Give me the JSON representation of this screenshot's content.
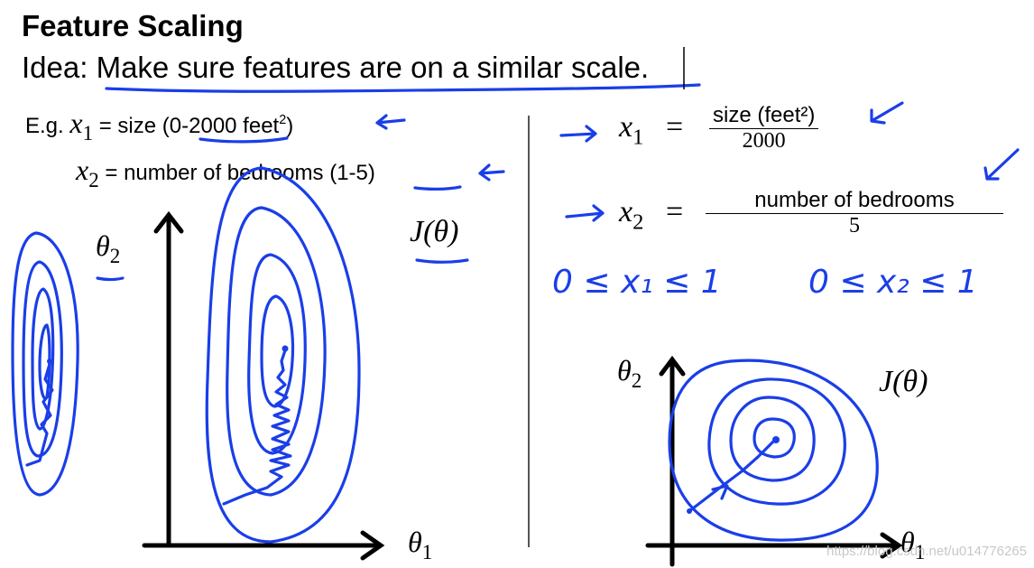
{
  "title": "Feature Scaling",
  "idea": {
    "prefix": "Idea: ",
    "text": "Make sure features are on a similar scale",
    "suffix": "."
  },
  "example": {
    "eg": "E.g. ",
    "x1_symbol": "x",
    "x1_sub": "1",
    "x1_text_before": " = size (",
    "x1_range": "0-2000",
    "x1_text_after": " feet",
    "x1_sup": "2",
    "x1_close": ")",
    "x2_symbol": "x",
    "x2_sub": "2",
    "x2_text_before": " = number of bedrooms (",
    "x2_range": "1-5",
    "x2_close": ")"
  },
  "scaled": {
    "x1_symbol": "x",
    "x1_sub": "1",
    "equals": "=",
    "x1_numerator": "size (feet²)",
    "x1_denominator": "2000",
    "x2_symbol": "x",
    "x2_sub": "2",
    "x2_numerator": "number of bedrooms",
    "x2_denominator": "5",
    "range_x1": "0 ≤ x₁ ≤ 1",
    "range_x2": "0 ≤ x₂ ≤ 1"
  },
  "plots": {
    "left": {
      "y_label": "θ",
      "y_sub": "2",
      "x_label": "θ",
      "x_sub": "1",
      "cost_label": "J(θ)"
    },
    "right": {
      "y_label": "θ",
      "y_sub": "2",
      "x_label": "θ",
      "x_sub": "1",
      "cost_label": "J(θ)"
    }
  },
  "watermark": "https://blog.csdn.net/u014776265",
  "colors": {
    "ink": "#1a3ee8",
    "text": "#000000",
    "watermark": "#c8c8c8"
  }
}
